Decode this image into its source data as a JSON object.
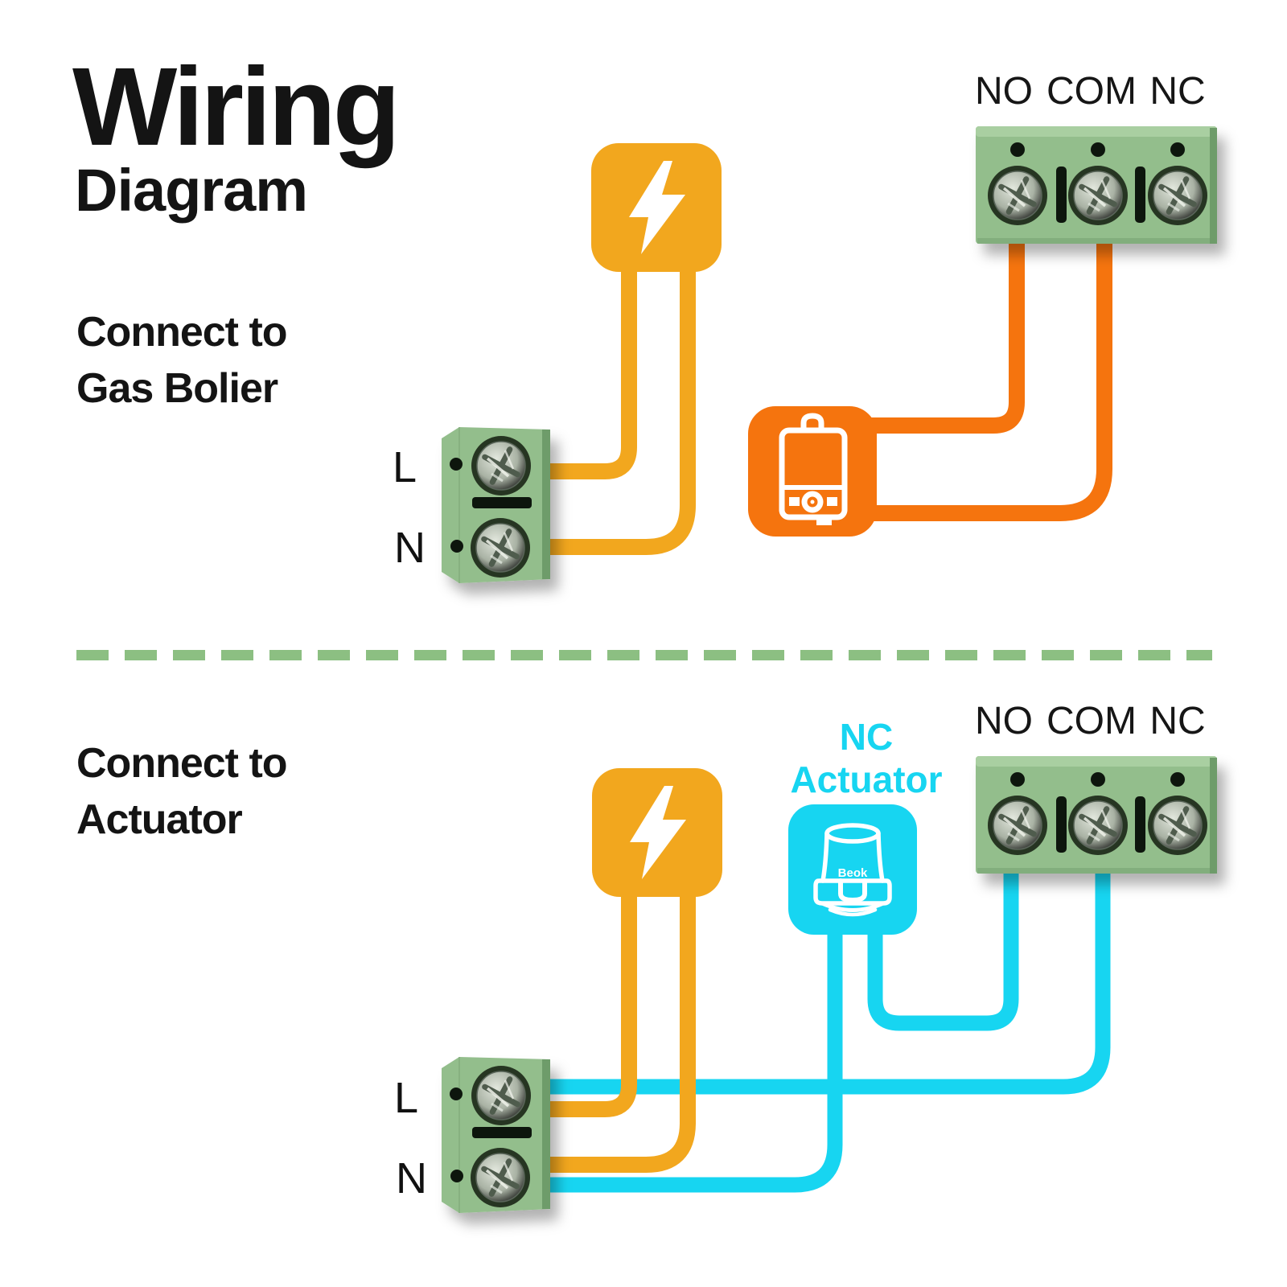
{
  "title": {
    "line1": "Wiring",
    "line2": "Diagram"
  },
  "divider": {
    "style": "dashed"
  },
  "top_section": {
    "label_line1": "Connect to",
    "label_line2": "Gas Bolier",
    "power_block": {
      "terminals": [
        "L",
        "N"
      ]
    },
    "relay_block": {
      "terminals": [
        "NO",
        "COM",
        "NC"
      ]
    },
    "icons": {
      "power": "lightning-power-icon",
      "device": "gas-boiler-icon"
    },
    "connections": [
      {
        "from": "L",
        "to": "power",
        "color": "#F2A71E"
      },
      {
        "from": "N",
        "to": "power",
        "color": "#F2A71E"
      },
      {
        "from": "NO",
        "to": "gas-boiler",
        "color": "#F5740E"
      },
      {
        "from": "COM",
        "to": "gas-boiler",
        "color": "#F5740E"
      }
    ]
  },
  "bottom_section": {
    "label_line1": "Connect to",
    "label_line2": "Actuator",
    "actuator_label_line1": "NC",
    "actuator_label_line2": "Actuator",
    "actuator_brand": "Beok",
    "power_block": {
      "terminals": [
        "L",
        "N"
      ]
    },
    "relay_block": {
      "terminals": [
        "NO",
        "COM",
        "NC"
      ]
    },
    "icons": {
      "power": "lightning-power-icon",
      "device": "thermal-actuator-icon"
    },
    "connections": [
      {
        "from": "L",
        "to": "power",
        "color": "#F2A71E"
      },
      {
        "from": "N",
        "to": "power",
        "color": "#F2A71E"
      },
      {
        "from": "L",
        "to": "COM",
        "color": "#17D5F1"
      },
      {
        "from": "N",
        "to": "actuator",
        "color": "#17D5F1"
      },
      {
        "from": "NO",
        "to": "actuator",
        "color": "#17D5F1"
      }
    ]
  },
  "colors": {
    "amber": "#F2A71E",
    "orange": "#F5740E",
    "cyan": "#17D5F1",
    "green_block": "#93BE8C",
    "green_light": "#A9CFA1",
    "green_dark": "#6E9C6A",
    "divider_green": "#8CBF82",
    "text_black": "#141414"
  }
}
